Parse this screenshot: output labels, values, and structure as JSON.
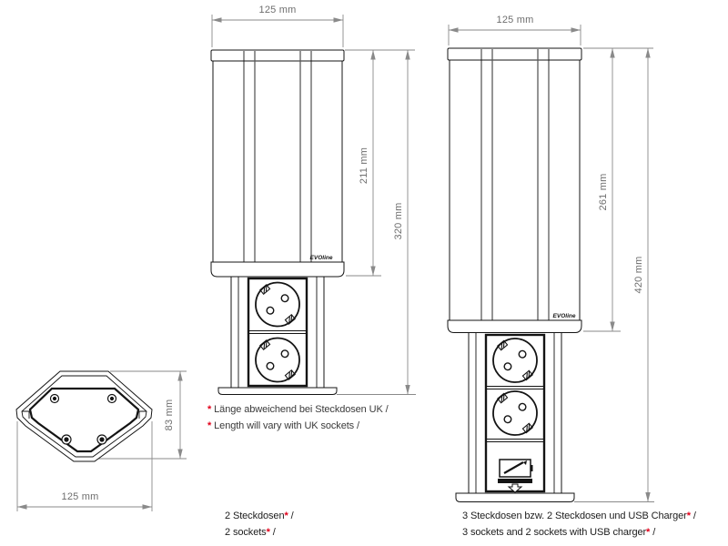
{
  "colors": {
    "object_line": "#141414",
    "dim_line": "#8a8a8a",
    "dim_text": "#6e6e6e",
    "accent_red": "#e2001a"
  },
  "asterisk": "*",
  "left_view": {
    "width_dim": "125 mm",
    "upper_height_dim": "211 mm",
    "total_height_dim": "320 mm",
    "brand": "EVOline",
    "caption_de_pre": "2 Steckdosen",
    "caption_de_post": " /",
    "caption_en_pre": "2 sockets",
    "caption_en_post": " /"
  },
  "right_view": {
    "width_dim": "125 mm",
    "upper_height_dim": "261 mm",
    "total_height_dim": "420 mm",
    "brand": "EVOline",
    "caption_de_pre": "3 Steckdosen bzw. 2 Steckdosen und USB Charger",
    "caption_de_post": " /",
    "caption_en_pre": "3 sockets and 2 sockets with USB charger",
    "caption_en_post": " /"
  },
  "top_view": {
    "height_dim": "83 mm",
    "width_dim": "125 mm"
  },
  "footnote": {
    "de": "Länge abweichend bei Steckdosen UK /",
    "en": "Length will vary with UK sockets /"
  }
}
